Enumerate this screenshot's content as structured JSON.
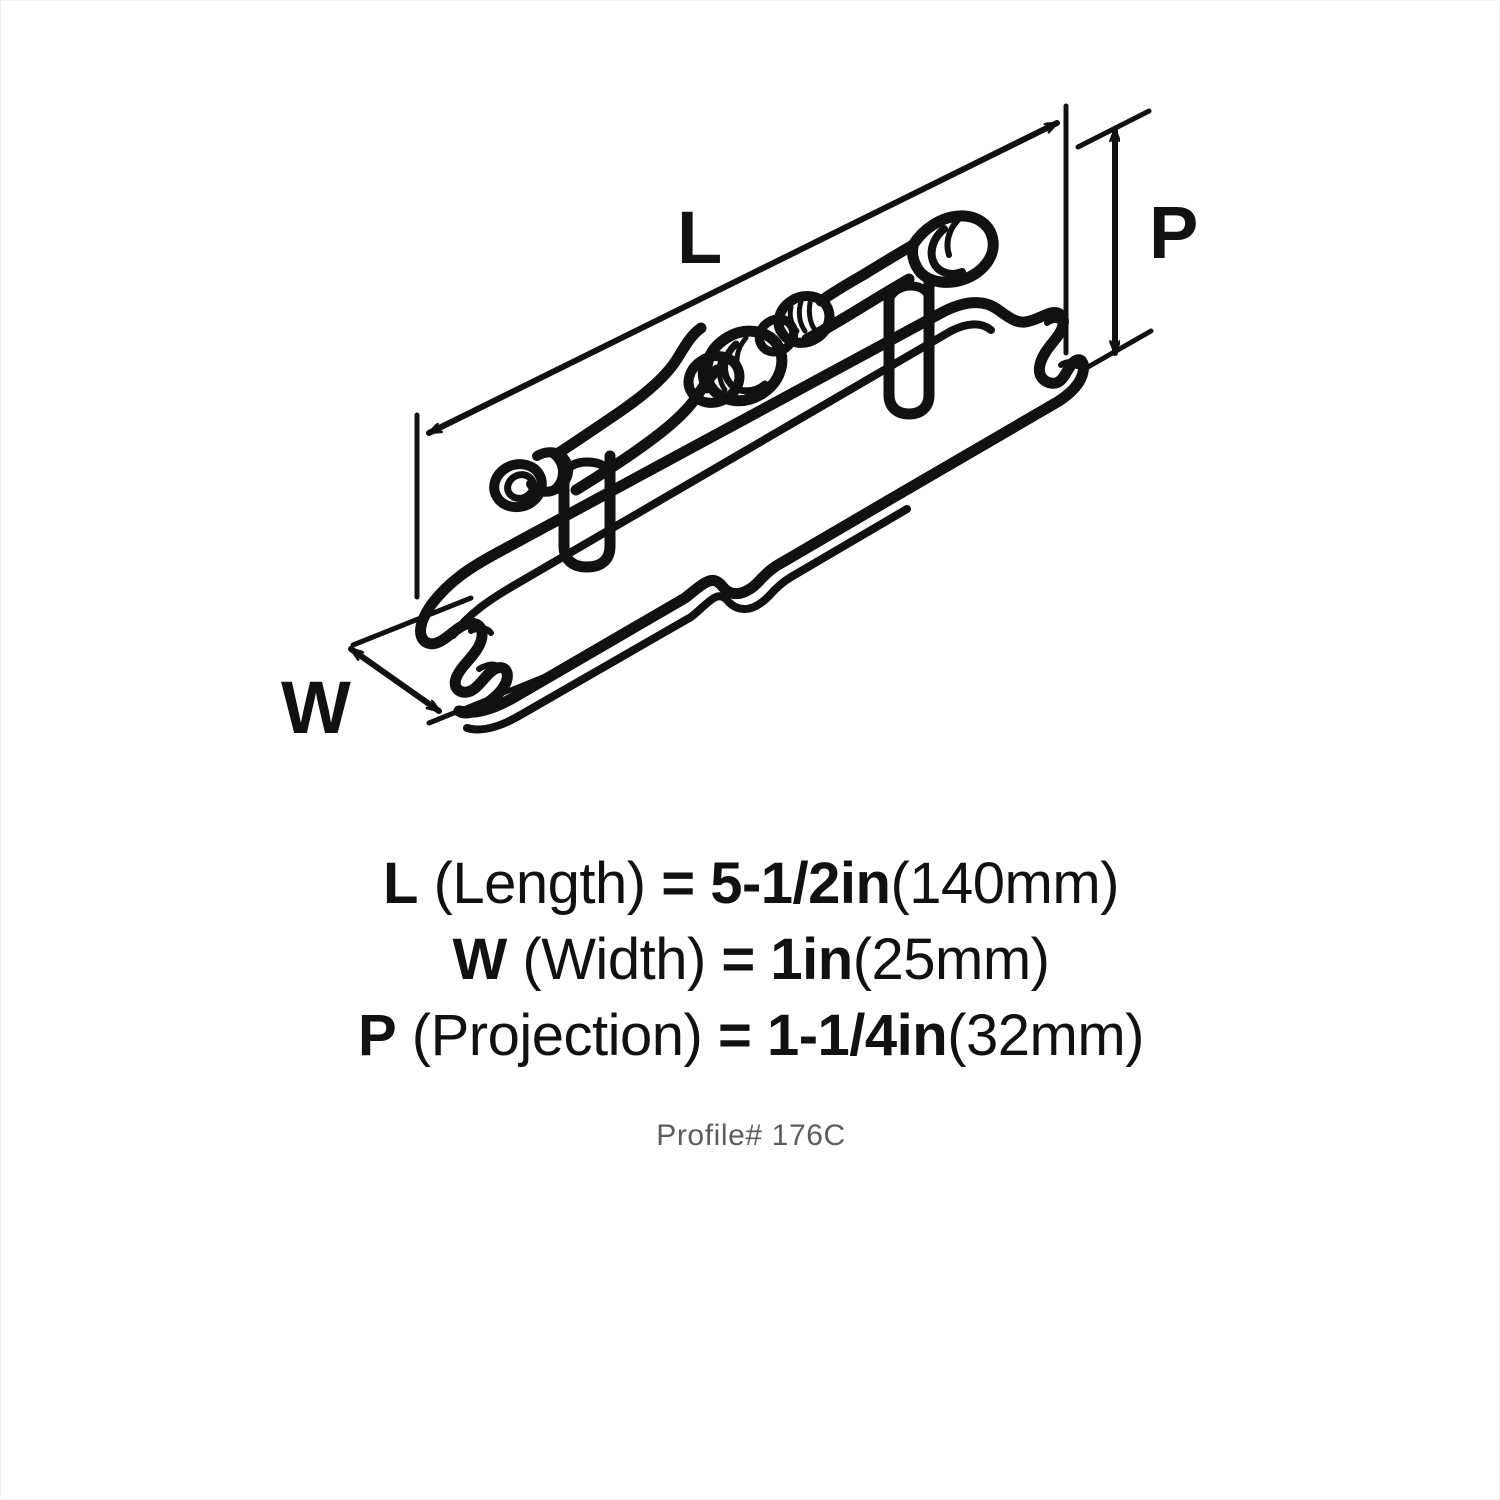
{
  "diagram": {
    "title": "Cabinet Pull Dimension Diagram",
    "product": "decorative cabinet bar pull with backplate",
    "stroke_color": "#111111",
    "background_color": "#ffffff",
    "border_color": "#f1f1f1",
    "dimension_labels": {
      "length": "L",
      "width": "W",
      "projection": "P"
    }
  },
  "specs": [
    {
      "key": "L",
      "name": "(Length)",
      "equals": "=",
      "value_in": "5-1/2in",
      "value_mm": "(140mm)"
    },
    {
      "key": "W",
      "name": "(Width)",
      "equals": "=",
      "value_in": "1in",
      "value_mm": "(25mm)"
    },
    {
      "key": "P",
      "name": "(Projection)",
      "equals": "=",
      "value_in": "1-1/4in",
      "value_mm": "(32mm)"
    }
  ],
  "profile": {
    "text": "Profile# 176C"
  },
  "chart_data": {
    "type": "table",
    "title": "Cabinet Pull Dimensions",
    "categories": [
      "L (Length)",
      "W (Width)",
      "P (Projection)"
    ],
    "values_in": [
      5.5,
      1,
      1.25
    ],
    "values_mm": [
      140,
      25,
      32
    ],
    "units": [
      "in",
      "mm"
    ],
    "annotations": [
      "L",
      "W",
      "P",
      "Profile# 176C"
    ]
  }
}
